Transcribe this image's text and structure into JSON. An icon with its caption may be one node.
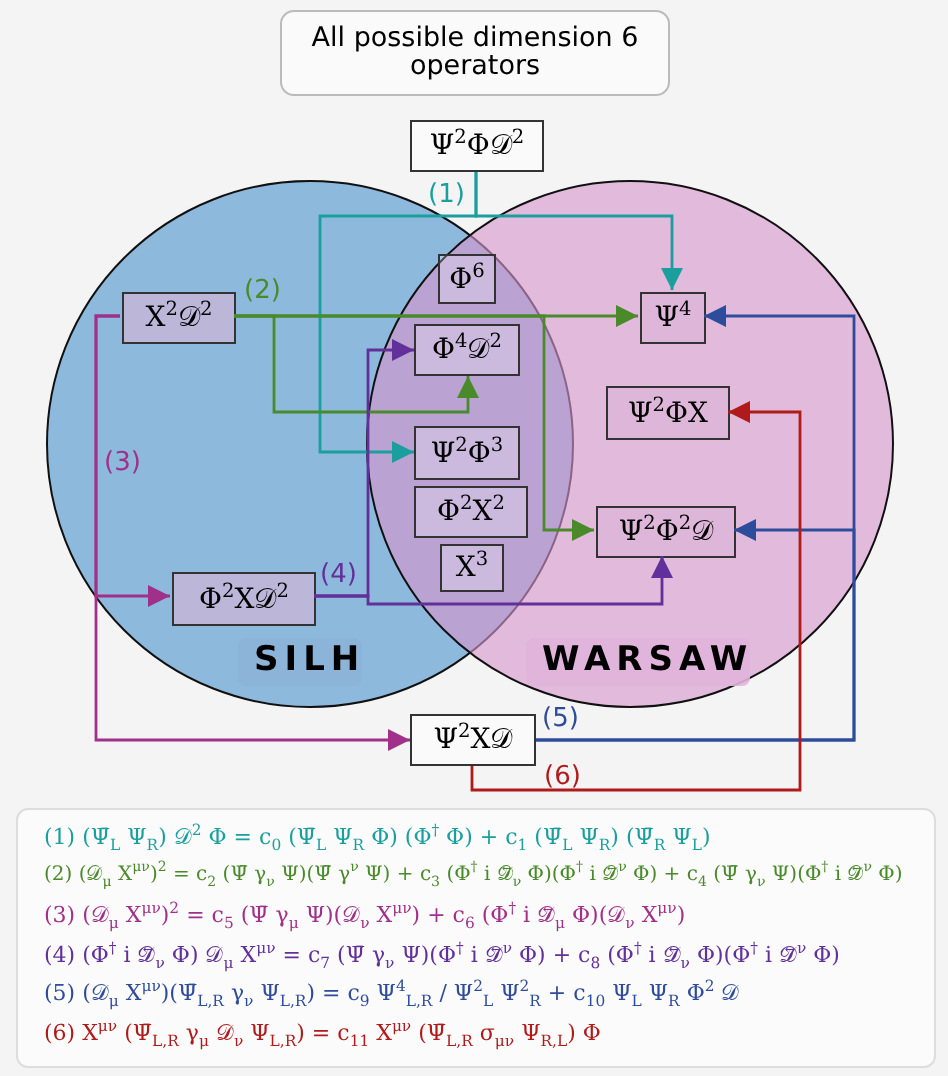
{
  "diagram": {
    "nodes": [
      {
        "text": [
          "All possible dimension 6 operators"
        ]
      },
      {
        "text": [
          "SILH"
        ]
      },
      {
        "text": [
          "WARSAW"
        ]
      },
      {
        "text": [
          "Ψ$^{2}$Φ𝒟$^{2}$"
        ]
      },
      {
        "text": [
          "Φ$^{6}$"
        ]
      },
      {
        "text": [
          "X$^{2}$𝒟$^{2}$"
        ],
        "in": 1
      },
      {
        "text": [
          "Ψ$^{4}$"
        ],
        "in": 2
      },
      {
        "text": [
          "Φ$^{4}$𝒟$^{2}$"
        ]
      },
      {
        "text": [
          "Ψ$^{2}$ΦX"
        ],
        "in": 2
      },
      {
        "text": [
          "Ψ$^{2}$Φ$^{3}$"
        ]
      },
      {
        "text": [
          "Φ$^{2}$X$^{2}$"
        ]
      },
      {
        "text": [
          "Ψ$^{2}$Φ$^{2}$𝒟"
        ],
        "in": 2
      },
      {
        "text": [
          "X$^{3}$"
        ]
      },
      {
        "text": [
          "Φ$^{2}$X𝒟$^{2}$"
        ],
        "in": 1
      },
      {
        "text": [
          "Ψ$^{2}$X𝒟"
        ]
      }
    ],
    "edges": [
      {
        "from": 3,
        "to": 6,
        "arrow": "to",
        "label": "(1)",
        "color": "#1a9e9e"
      },
      {
        "from": 3,
        "to": 9,
        "arrow": "to",
        "color": "#1a9e9e"
      },
      {
        "from": 5,
        "to": 6,
        "arrow": "to",
        "label": "(2)",
        "color": "#4a8a2a"
      },
      {
        "from": 5,
        "to": 7,
        "arrow": "to",
        "color": "#4a8a2a"
      },
      {
        "from": 5,
        "to": 11,
        "arrow": "to",
        "color": "#4a8a2a"
      },
      {
        "from": 5,
        "to": 13,
        "arrow": "to",
        "label": "(3)",
        "color": "#a0308a"
      },
      {
        "from": 5,
        "to": 14,
        "arrow": "to",
        "color": "#a0308a"
      },
      {
        "from": 13,
        "to": 7,
        "arrow": "to",
        "label": "(4)",
        "color": "#62309a"
      },
      {
        "from": 13,
        "to": 11,
        "arrow": "to",
        "color": "#62309a"
      },
      {
        "from": 14,
        "to": 6,
        "arrow": "to",
        "label": "(5)",
        "color": "#2e4c9c"
      },
      {
        "from": 14,
        "to": 11,
        "arrow": "to",
        "color": "#2e4c9c"
      },
      {
        "from": 14,
        "to": 8,
        "arrow": "to",
        "label": "(6)",
        "color": "#b01a1a"
      }
    ],
    "labels": [
      "(1) (Ψ̄$_{L}$ Ψ$_{R}$) 𝒟$^{2}$ Φ = c$_{0}$ (Ψ̄$_{L}$ Ψ$_{R}$ Φ) (Φ$^{†}$ Φ) + c$_{1}$ (Ψ̄$_{L}$ Ψ$_{R}$) (Ψ̄$_{R}$ Ψ$_{L}$)",
      "(2) (𝒟$_{μ}$ X$^{μν}$)$^{2}$ = c$_{2}$ (Ψ̄ γ$_{ν}$ Ψ)(Ψ̄ γ$^{ν}$ Ψ) + c$_{3}$ (Φ$^{†}$ i 𝒟⃡$_{ν}$ Φ)(Φ$^{†}$ i 𝒟⃡$^{ν}$ Φ) + c$_{4}$ (Ψ̄ γ$_{ν}$ Ψ)(Φ$^{†}$ i 𝒟⃡$^{ν}$ Φ)",
      "(3) (𝒟$_{μ}$ X$^{μν}$)$^{2}$ = c$_{5}$ (Ψ̄ γ$_{μ}$ Ψ)(𝒟$_{ν}$ X$^{μν}$) + c$_{6}$ (Φ$^{†}$ i 𝒟⃡$_{μ}$ Φ)(𝒟$_{ν}$ X$^{μν}$)",
      "(4) (Φ$^{†}$ i 𝒟⃡$_{ν}$ Φ) 𝒟$_{μ}$ X$^{μν}$ = c$_{7}$ (Ψ̄ γ$_{ν}$ Ψ)(Φ$^{†}$ i 𝒟⃡$^{ν}$ Φ) + c$_{8}$ (Φ$^{†}$ i 𝒟⃡$_{ν}$ Φ)(Φ$^{†}$ i 𝒟⃡$^{ν}$ Φ)",
      "(5) (𝒟$_{μ}$ X$^{μν}$)(Ψ̄$_{L,R}$ γ$_{ν}$ Ψ$_{L,R}$) = c$_{9}$ Ψ$^{4}$$_{L,R}$ / Ψ$^{2}$$_{L}$ Ψ$^{2}$$_{R}$ + c$_{10}$ Ψ$_{L}$ Ψ$_{R}$ Φ$^{2}$ 𝒟",
      "(6) X$^{μν}$ (Ψ̄$_{L,R}$ γ$_{μ}$ 𝒟$_{ν}$ Ψ$_{L,R}$) = c$_{11}$ X$^{μν}$ (Ψ̄$_{L,R}$ σ$_{μν}$ Ψ$_{R,L}$) Φ"
    ]
  }
}
